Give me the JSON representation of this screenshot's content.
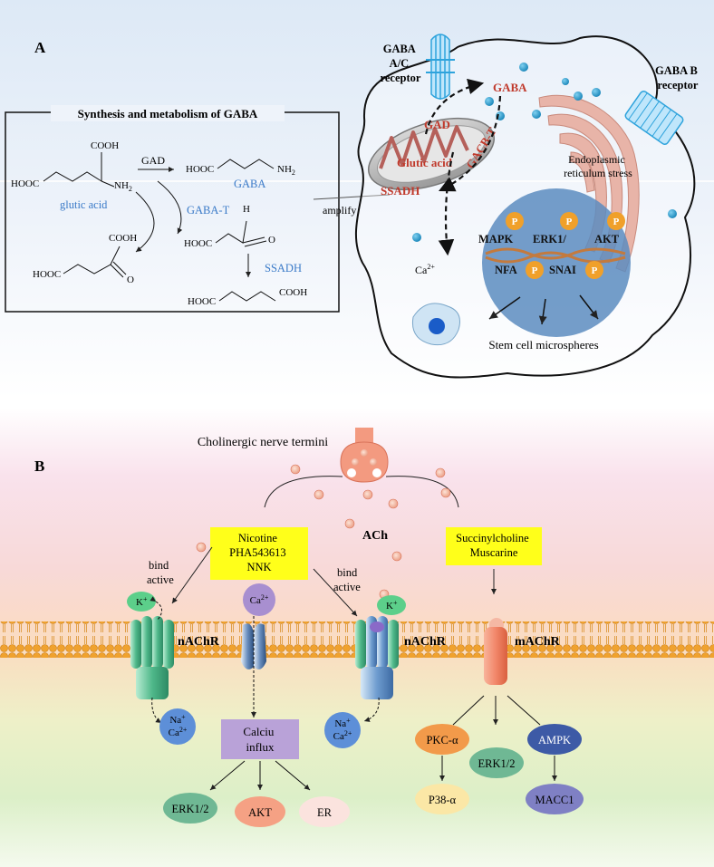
{
  "panel_a": {
    "label": "A",
    "synthesis_title": "Synthesis and metabolism of GABA",
    "glutamate": {
      "cooh": "COOH",
      "hooc": "HOOC",
      "nh2": "NH",
      "nh2_sub": "2",
      "name": "glutic acid"
    },
    "gad_label": "GAD",
    "gaba_struct": {
      "hooc": "HOOC",
      "nh2": "NH",
      "nh2_sub": "2",
      "name": "GABA"
    },
    "gabat_label": "GABA-T",
    "ssa": {
      "h": "H",
      "o": "O",
      "hooc": "HOOC"
    },
    "akg": {
      "cooh": "COOH",
      "hooc": "HOOC",
      "o": "O"
    },
    "ssadh_label": "SSADH",
    "succinate": {
      "hooc": "HOOC",
      "cooh": "COOH"
    },
    "amplify": "amplify",
    "gaba_ac_receptor": "GABA\nA/C\nreceptor",
    "gaba_b_receptor": "GABA B\nreceptor",
    "gaba_in_cell": "GABA",
    "mito_gad": "GAD",
    "mito_glutic": "Glutic acid",
    "mito_gabat": "GACB-T",
    "mito_ssadh": "SSADH",
    "er_label": "Endoplasmic\nreticulum stress",
    "ca_label": "Ca",
    "ca_sup": "2+",
    "nucleus": {
      "mapk": "MAPK",
      "erk": "ERK1/",
      "akt": "AKT",
      "nfat": "NFA",
      "snai": "SNAI",
      "p": "P"
    },
    "stem_cell": "Stem cell microspheres"
  },
  "panel_b": {
    "label": "B",
    "nerve_terminal": "Cholinergic nerve termini",
    "ach": "ACh",
    "agonists_left": [
      "Nicotine",
      "PHA543613",
      "NNK"
    ],
    "agonists_right": [
      "Succinylcholine",
      "Muscarine"
    ],
    "bind_active": [
      "bind",
      "active"
    ],
    "k_ion": "K",
    "k_sup": "+",
    "ca_ion": "Ca",
    "ca_sup": "2+",
    "nachr": "nAChR",
    "machr": "mAChR",
    "na_ion": "Na",
    "na_sup": "+",
    "calcium_influx": [
      "Calciu",
      "influx"
    ],
    "left_targets": [
      "ERK1/2",
      "AKT",
      "ER"
    ],
    "pkc": "PKC-α",
    "erk_right": "ERK1/2",
    "ampk": "AMPK",
    "p38": "P38-α",
    "macc1": "MACC1"
  },
  "colors": {
    "highlight_yellow": "#ffff1a",
    "ion_green": "#5ccf8a",
    "ion_blue": "#5d8fd8",
    "ca_purple": "#a88fd0",
    "influx_box": "#b9a2d8",
    "pkc_orange": "#f29a4a",
    "ampk_blue": "#3d5aa6",
    "nucleus_blue": "#5c8cbf",
    "gaba_text_red": "#c0392b"
  }
}
